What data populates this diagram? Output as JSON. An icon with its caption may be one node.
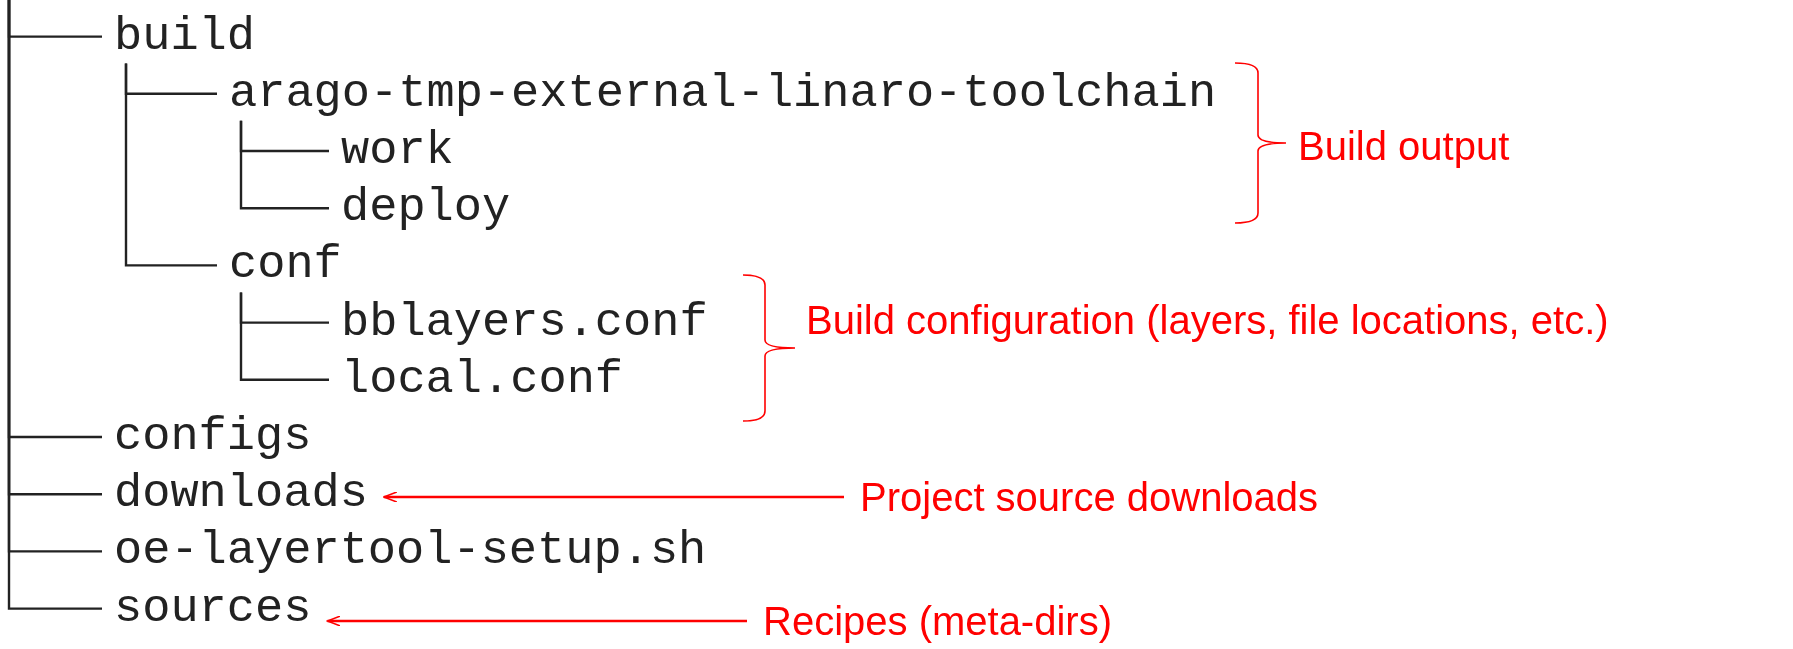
{
  "diagram": {
    "nodes": [
      {
        "text": [
          "build"
        ]
      },
      {
        "text": [
          "arago-tmp-external-linaro-toolchain"
        ]
      },
      {
        "text": [
          "work"
        ]
      },
      {
        "text": [
          "deploy"
        ]
      },
      {
        "text": [
          "conf"
        ]
      },
      {
        "text": [
          "bblayers.conf"
        ]
      },
      {
        "text": [
          "local.conf"
        ]
      },
      {
        "text": [
          "configs"
        ]
      },
      {
        "text": [
          "downloads"
        ]
      },
      {
        "text": [
          "oe-layertool-setup.sh"
        ]
      },
      {
        "text": [
          "sources"
        ]
      },
      {
        "text": [
          "Build output"
        ]
      },
      {
        "text": [
          "Build configuration (layers, file locations, etc.)"
        ]
      },
      {
        "text": [
          "Project source downloads"
        ]
      },
      {
        "text": [
          "Recipes (meta-dirs)"
        ]
      }
    ],
    "edges": [
      {
        "from": null,
        "to": 0,
        "arrow": "none"
      },
      {
        "from": 0,
        "to": 1,
        "arrow": "none"
      },
      {
        "from": 1,
        "to": 2,
        "arrow": "none"
      },
      {
        "from": 1,
        "to": 3,
        "arrow": "none"
      },
      {
        "from": 0,
        "to": 4,
        "arrow": "none"
      },
      {
        "from": 4,
        "to": 5,
        "arrow": "none"
      },
      {
        "from": 4,
        "to": 6,
        "arrow": "none"
      },
      {
        "from": null,
        "to": 7,
        "arrow": "none"
      },
      {
        "from": null,
        "to": 8,
        "arrow": "none"
      },
      {
        "from": null,
        "to": 9,
        "arrow": "none"
      },
      {
        "from": null,
        "to": 10,
        "arrow": "none"
      },
      {
        "from": 13,
        "to": 8,
        "arrow": "to",
        "color": "#ff0000"
      },
      {
        "from": 14,
        "to": 10,
        "arrow": "to",
        "color": "#ff0000"
      }
    ]
  }
}
